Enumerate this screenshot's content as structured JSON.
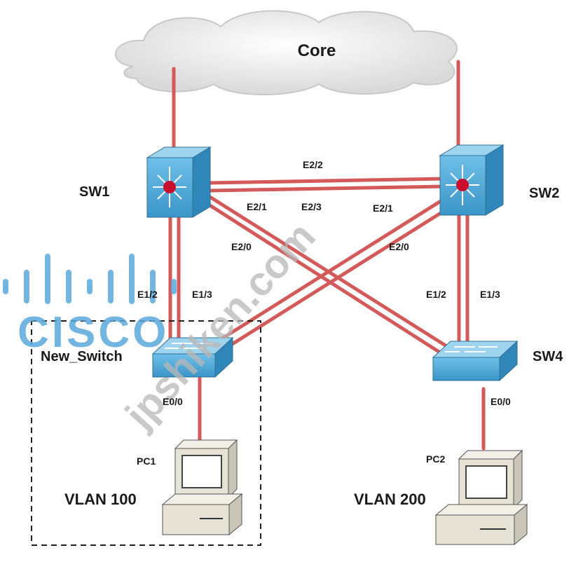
{
  "core_label": "Core",
  "devices": {
    "sw1": "SW1",
    "sw2": "SW2",
    "new_switch": "New_Switch",
    "sw4": "SW4",
    "pc1": "PC1",
    "pc2": "PC2"
  },
  "ports": {
    "sw1_sw2_e22": "E2/2",
    "sw1_e21": "E2/1",
    "sw2_e23": "E2/3",
    "sw2_e21": "E2/1",
    "sw1_e20": "E2/0",
    "sw2_e20": "E2/0",
    "new_e12": "E1/2",
    "new_e13": "E1/3",
    "sw4_e12": "E1/2",
    "sw4_e13": "E1/3",
    "new_e00": "E0/0",
    "sw4_e00": "E0/0"
  },
  "vlans": {
    "left": "VLAN 100",
    "right": "VLAN 200"
  },
  "watermarks": {
    "brand": "CISCO",
    "site": "jpshiken.com"
  },
  "colors": {
    "link": "#d45a5a",
    "switch_top": "#9fd4ee",
    "switch_front": "#4aa8d8",
    "switch_side": "#2f86b8",
    "cisco_watermark": "#5aa9dc",
    "site_watermark": "#b8b8b8",
    "pc_body": "#e6e3d6"
  },
  "icons": {
    "multilayer_switch": "multilayer-switch-icon",
    "access_switch": "access-switch-icon",
    "pc": "pc-icon",
    "cloud": "cloud-icon"
  }
}
